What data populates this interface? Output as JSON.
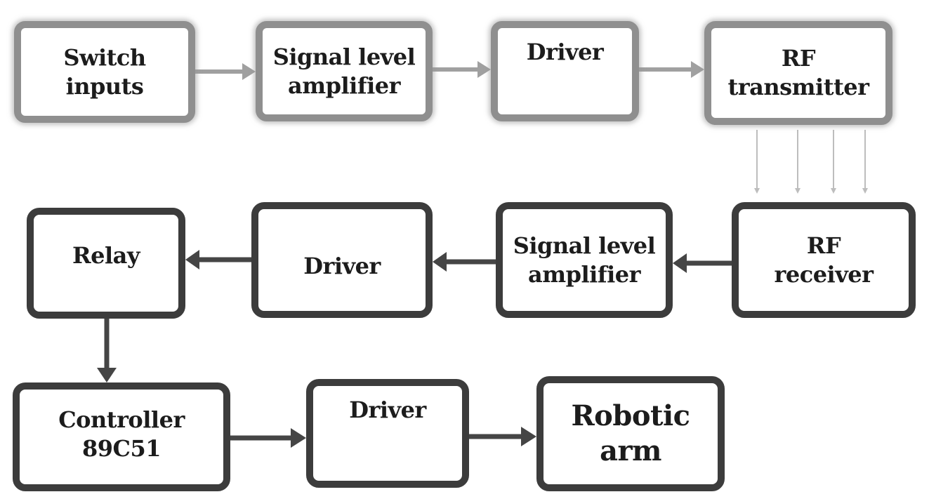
{
  "blocks": {
    "switch_inputs": "Switch\ninputs",
    "tx_amplifier": "Signal level\namplifier",
    "tx_driver": "Driver",
    "rf_transmitter": "RF\ntransmitter",
    "rf_receiver": "RF\nreceiver",
    "rx_amplifier": "Signal level\namplifier",
    "rx_driver": "Driver",
    "relay": "Relay",
    "controller": "Controller\n89C51",
    "arm_driver": "Driver",
    "robotic_arm": "Robotic\narm"
  },
  "colors": {
    "transmitter_stage": "#8f8f8f",
    "receiver_stage": "#3c3c3c",
    "rf_link": "#bdbdbd"
  }
}
